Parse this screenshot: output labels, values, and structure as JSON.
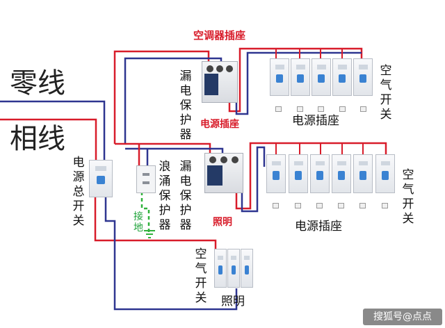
{
  "labels": {
    "neutral": "零线",
    "live": "相线",
    "main_switch": "电源总开关",
    "surge": "浪涌保护器",
    "ground": "接地",
    "ac_outlet_title": "空调器插座",
    "rcd_top": "漏电保护器",
    "power_outlet_red": "电源插座",
    "air_switch_right_top": "空气开关",
    "power_outlet_top": "电源插座",
    "rcd_mid": "漏电保护器",
    "lighting_red": "照明",
    "air_switch_right_mid": "空气开关",
    "power_outlet_mid": "电源插座",
    "air_switch_bottom": "空气开关",
    "lighting_bottom": "照明"
  },
  "watermark": "搜狐号@点点",
  "colors": {
    "live_wire": "#d81c2a",
    "neutral_wire": "#2e3590",
    "ground_wire": "#2fb13a",
    "label_red": "#d81c2a"
  }
}
